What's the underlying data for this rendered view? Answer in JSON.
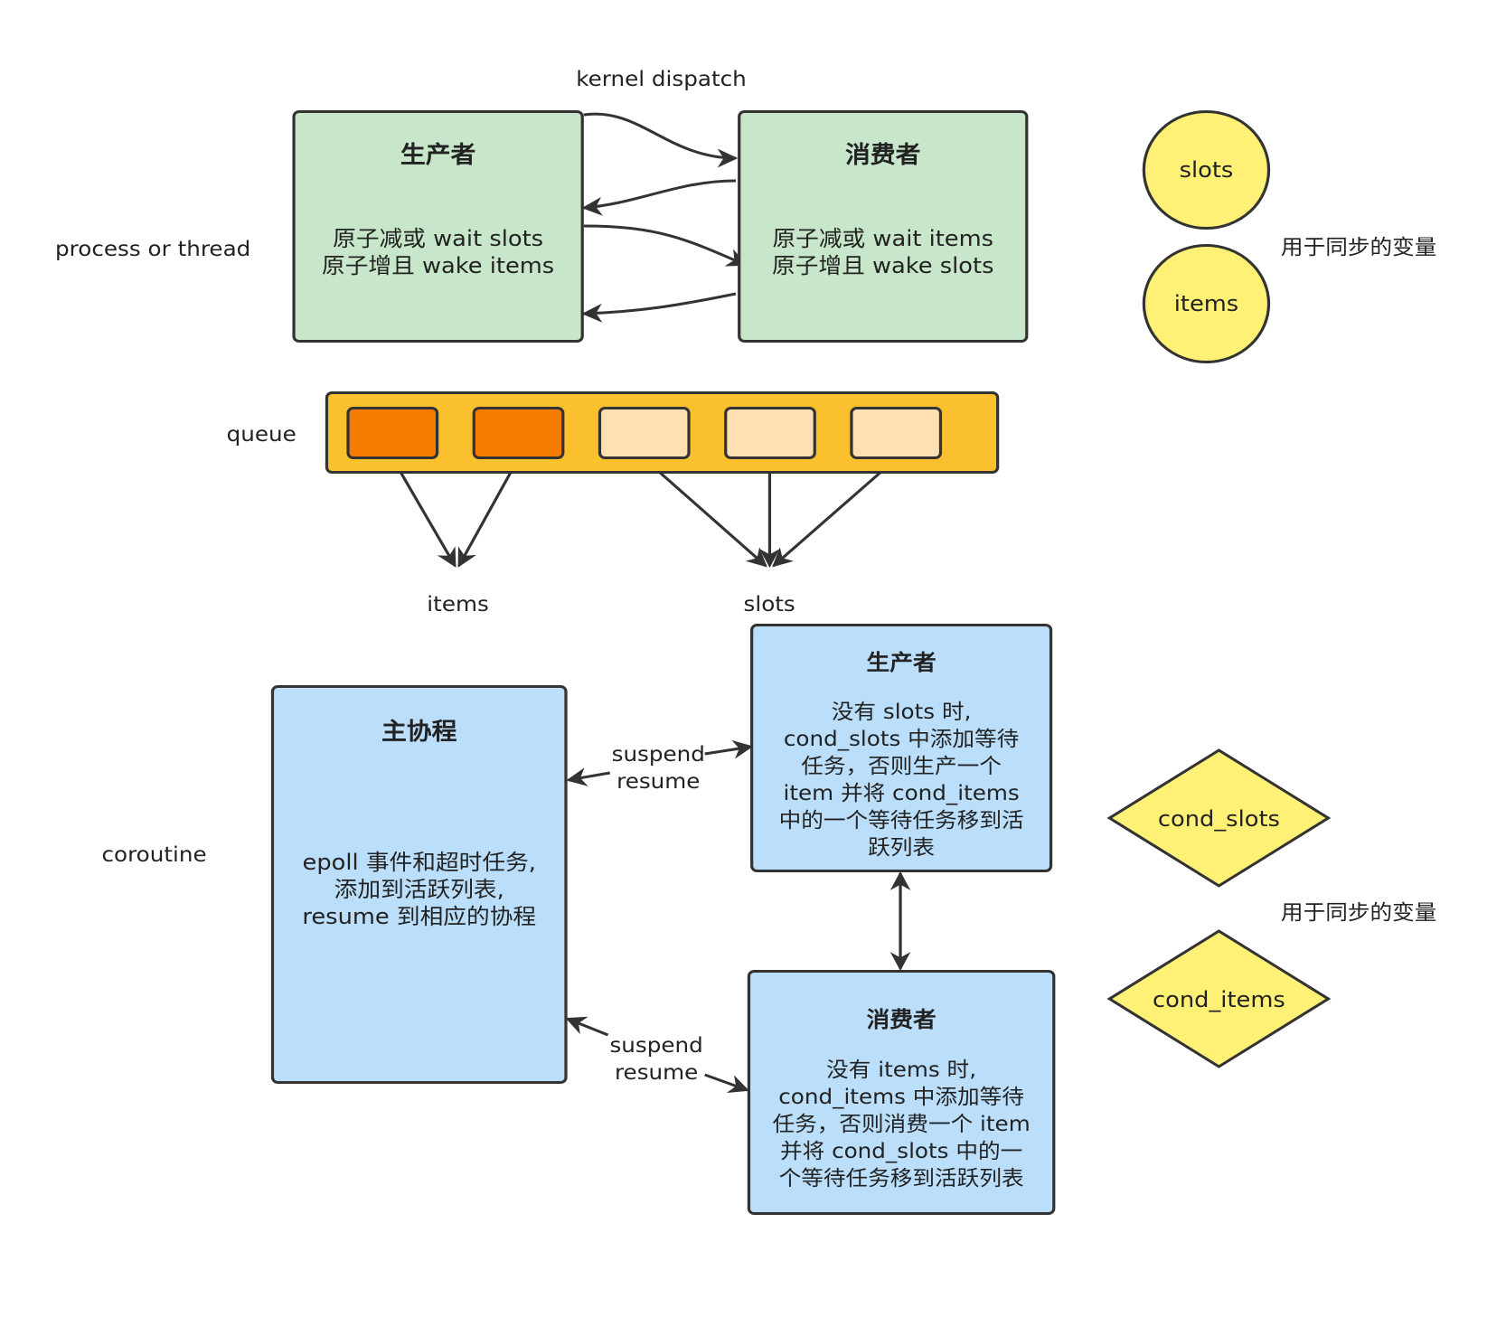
{
  "top": {
    "kernel_dispatch": "kernel dispatch",
    "process_label": "process or thread",
    "producer": {
      "title": "生产者",
      "line1": "原子减或 wait slots",
      "line2": "原子增且 wake items"
    },
    "consumer": {
      "title": "消费者",
      "line1": "原子减或 wait items",
      "line2": "原子增且 wake slots"
    },
    "sync_vars": {
      "slots": "slots",
      "items": "items",
      "label": "用于同步的变量"
    }
  },
  "queue": {
    "label": "queue",
    "items_target": "items",
    "slots_target": "slots",
    "colors": {
      "container": "#fbc02d",
      "filled_cell": "#f57c00",
      "empty_cell": "#ffe0b2"
    }
  },
  "bottom": {
    "coroutine_label": "coroutine",
    "main": {
      "title": "主协程",
      "line1": "epoll 事件和超时任务,",
      "line2": "添加到活跃列表,",
      "line3": "resume 到相应的协程"
    },
    "producer": {
      "title": "生产者",
      "line1": "没有 slots 时,",
      "line2": "cond_slots 中添加等待",
      "line3": "任务，否则生产一个",
      "line4": "item 并将 cond_items",
      "line5": "中的一个等待任务移到活",
      "line6": "跃列表"
    },
    "consumer": {
      "title": "消费者",
      "line1": "没有 items 时,",
      "line2": "cond_items 中添加等待",
      "line3": "任务，否则消费一个 item",
      "line4": "并将 cond_slots 中的一",
      "line5": "个等待任务移到活跃列表"
    },
    "suspend_resume_1": {
      "suspend": "suspend",
      "resume": "resume"
    },
    "suspend_resume_2": {
      "suspend": "suspend",
      "resume": "resume"
    },
    "sync_vars": {
      "cond_slots": "cond_slots",
      "cond_items": "cond_items",
      "label": "用于同步的变量"
    }
  },
  "colors": {
    "green_box": "#c8e6c9",
    "blue_box": "#bbdefb",
    "sync_var": "#fff176",
    "stroke": "#333333"
  }
}
